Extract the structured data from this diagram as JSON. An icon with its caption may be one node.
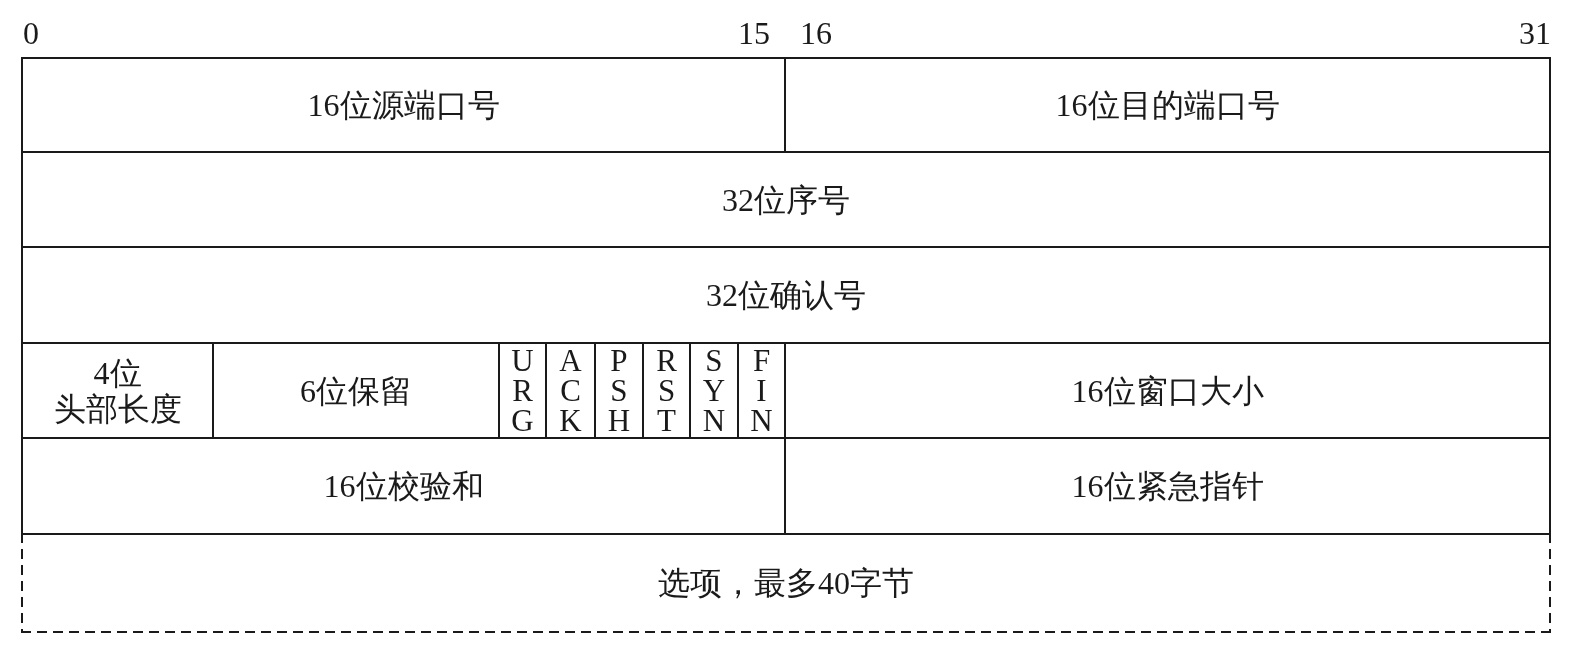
{
  "diagram": {
    "nodes": [
      {
        "text": [
          "16位源端口号"
        ]
      },
      {
        "text": [
          "16位目的端口号"
        ]
      },
      {
        "text": [
          "32位序号"
        ]
      },
      {
        "text": [
          "32位确认号"
        ]
      },
      {
        "text": [
          "4位头部长度"
        ]
      },
      {
        "text": [
          "6位保留"
        ]
      },
      {
        "text": [
          "URG"
        ]
      },
      {
        "text": [
          "ACK"
        ]
      },
      {
        "text": [
          "PSH"
        ]
      },
      {
        "text": [
          "RST"
        ]
      },
      {
        "text": [
          "SYN"
        ]
      },
      {
        "text": [
          "FIN"
        ]
      },
      {
        "text": [
          "16位窗口大小"
        ]
      },
      {
        "text": [
          "16位校验和"
        ]
      },
      {
        "text": [
          "16位紧急指针"
        ]
      },
      {
        "text": [
          "选项，最多40字节"
        ]
      }
    ],
    "labels": [
      "0",
      "15",
      "16",
      "31"
    ]
  }
}
